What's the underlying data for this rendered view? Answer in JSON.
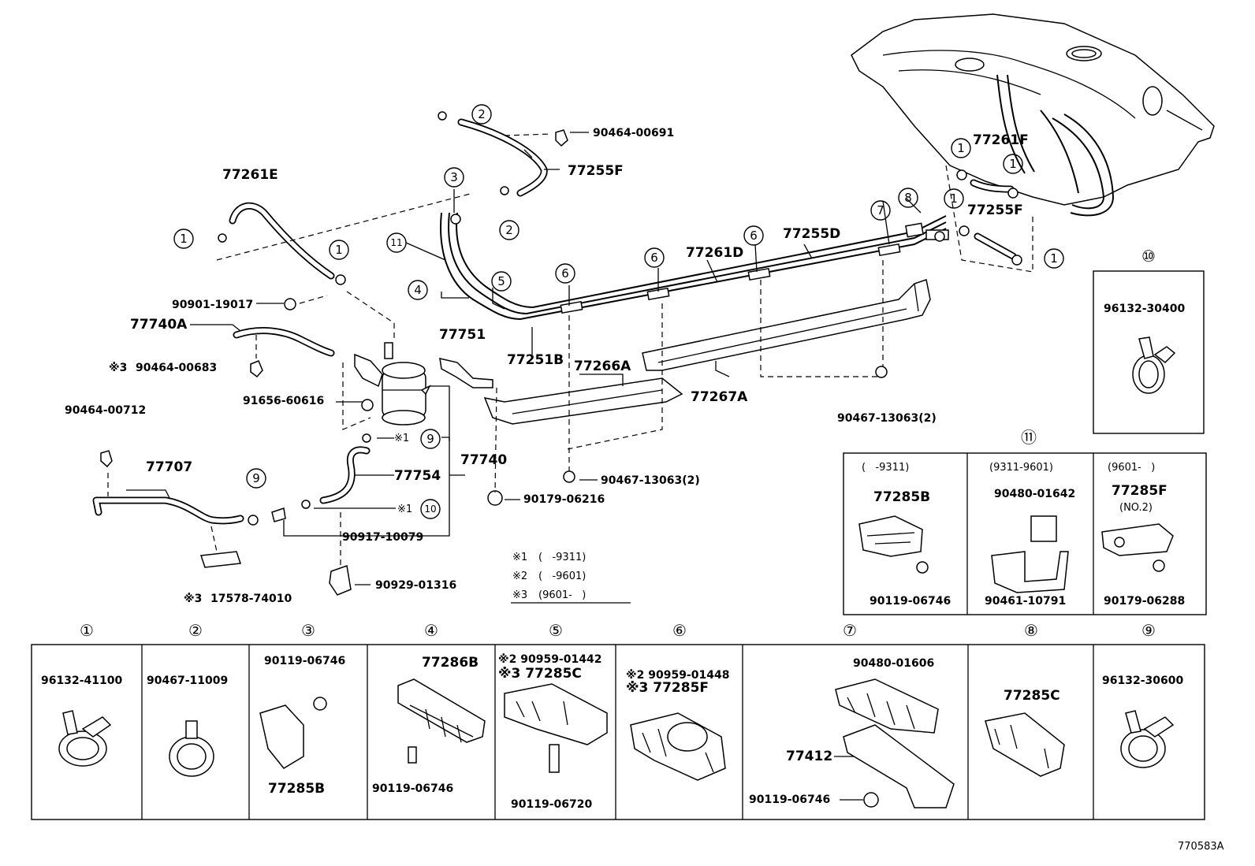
{
  "diagram_id": "770583A",
  "parts": {
    "p77261E": "77261E",
    "p77255F_top": "77255F",
    "p90464_00691": "90464-00691",
    "p90901_19017": "90901-19017",
    "p77740A": "77740A",
    "p90464_00683": "90464-00683",
    "p91656_60616": "91656-60616",
    "p90464_00712": "90464-00712",
    "p77707": "77707",
    "p77754": "77754",
    "p77740": "77740",
    "p90917_10079": "90917-10079",
    "p90929_01316": "90929-01316",
    "p17578_74010": "17578-74010",
    "p77751": "77751",
    "p77251B": "77251B",
    "p77266A": "77266A",
    "p77261D": "77261D",
    "p77255D": "77255D",
    "p77267A": "77267A",
    "p90467_13063_left": "90467-13063(2)",
    "p90467_13063_right": "90467-13063(2)",
    "p90179_06216": "90179-06216",
    "p77261F": "77261F",
    "p77255F_right": "77255F"
  },
  "marks": {
    "m1": "※1",
    "m3": "※3"
  },
  "notes": [
    {
      "mark": "※1",
      "text": "(    -9311)"
    },
    {
      "mark": "※2",
      "text": "(    -9601)"
    },
    {
      "mark": "※3",
      "text": "(9601-    )"
    }
  ],
  "box10": {
    "num": "⑩",
    "part": "96132-30400"
  },
  "box11": {
    "num": "⑪",
    "columns": [
      {
        "range": "(    -9311)",
        "part_a": "77285B",
        "part_b": "90119-06746"
      },
      {
        "range": "(9311-9601)",
        "part_a": "90480-01642",
        "part_b": "90461-10791"
      },
      {
        "range": "(9601-    )",
        "part_a": "77285F",
        "note": "(NO.2)",
        "part_b": "90179-06288"
      }
    ]
  },
  "legend": [
    {
      "num": "①",
      "parts": [
        "96132-41100"
      ]
    },
    {
      "num": "②",
      "parts": [
        "90467-11009"
      ]
    },
    {
      "num": "③",
      "parts": [
        "90119-06746",
        "77285B"
      ]
    },
    {
      "num": "④",
      "parts": [
        "77286B",
        "90119-06746"
      ]
    },
    {
      "num": "⑤",
      "parts": [
        "※2 90959-01442",
        "※3 77285C",
        "90119-06720"
      ]
    },
    {
      "num": "⑥",
      "parts": [
        "※2 90959-01448",
        "※3 77285F"
      ]
    },
    {
      "num": "⑦",
      "parts": [
        "90480-01606",
        "77412",
        "90119-06746"
      ]
    },
    {
      "num": "⑧",
      "parts": [
        "77285C"
      ]
    },
    {
      "num": "⑨",
      "parts": [
        "96132-30600"
      ]
    }
  ]
}
